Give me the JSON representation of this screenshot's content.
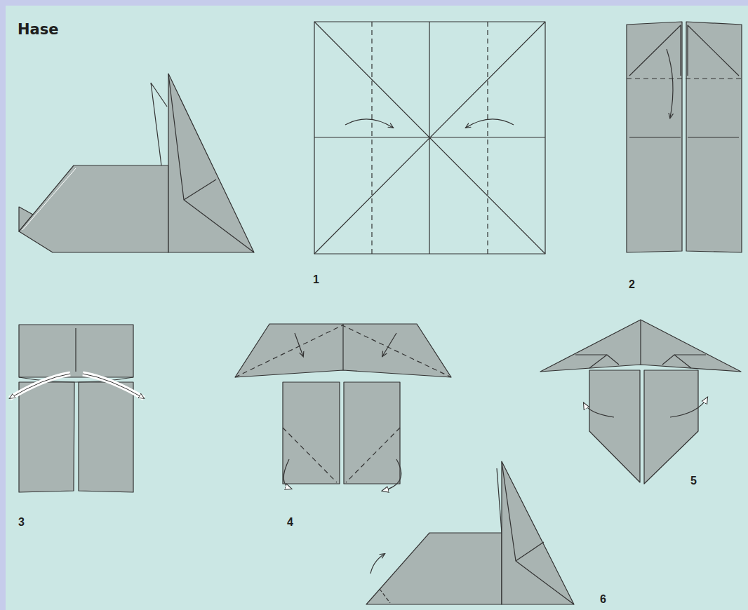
{
  "diagram": {
    "title": "Hase",
    "labels": [
      "1",
      "2",
      "3",
      "4",
      "5",
      "6"
    ]
  }
}
